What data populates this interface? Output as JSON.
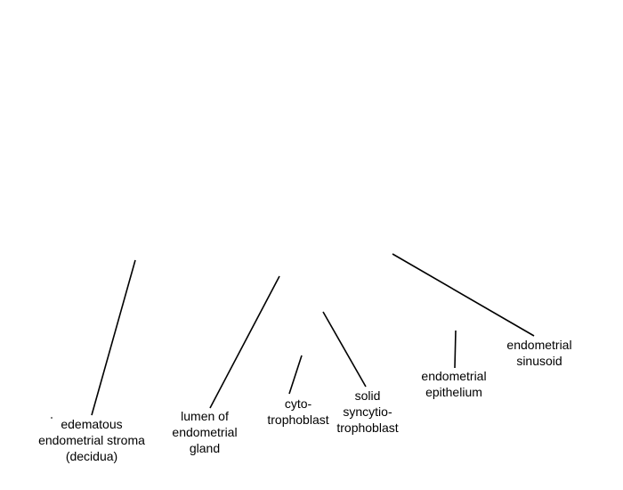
{
  "colors": {
    "line": "#000000",
    "text": "#000000",
    "background": "#ffffff"
  },
  "labels": {
    "stroma": [
      "edematous",
      "endometrial stroma",
      "(decidua)"
    ],
    "lumen": [
      "lumen of",
      "endometrial",
      "gland"
    ],
    "cyto": [
      "cyto-",
      "trophoblast"
    ],
    "syncytio": [
      "solid",
      "syncytio-",
      "trophoblast"
    ],
    "epithelium": [
      "endometrial",
      "epithelium"
    ],
    "sinusoid": [
      "endometrial",
      "sinusoid"
    ]
  }
}
